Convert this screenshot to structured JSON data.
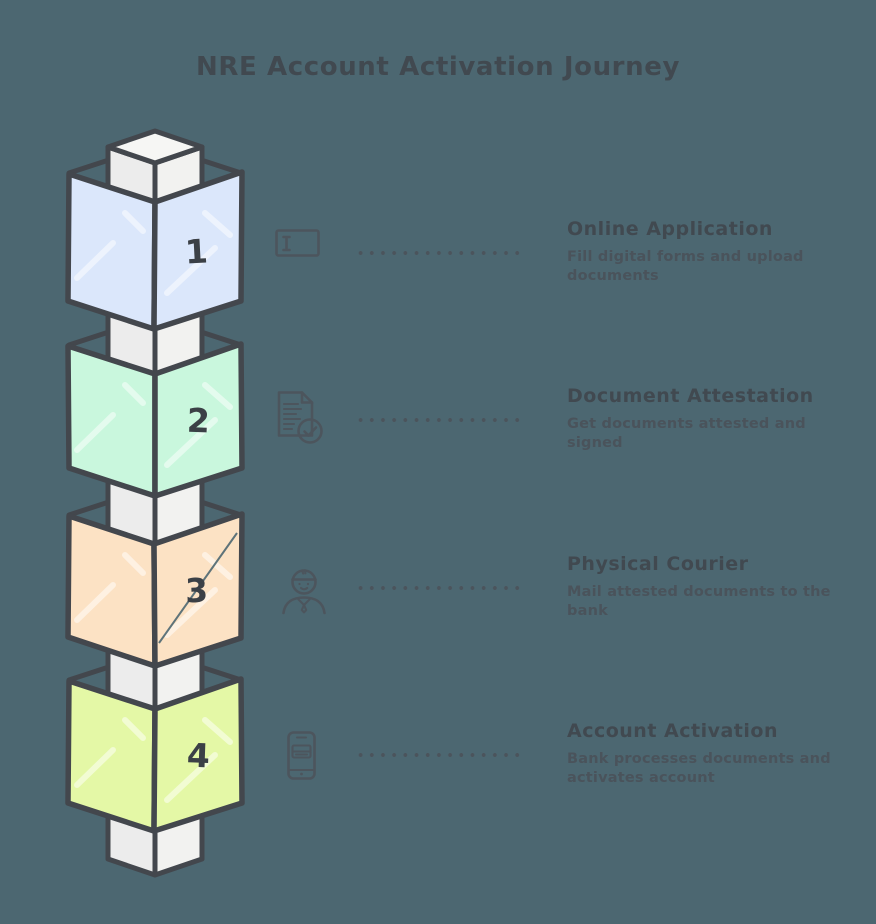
{
  "page": {
    "background": "#4C6771",
    "title": "NRE Account Activation Journey"
  },
  "palette": {
    "outline": "#43474D",
    "column_fill": "#ECECEC",
    "column_right_fill": "#F2F2F0",
    "column_top_fill": "#F6F6F4",
    "heading_text": "#414950",
    "body_text": "#4A535B",
    "dots": "#4B545C",
    "icon_stroke": "#4C555D",
    "number_text": "#3B4046"
  },
  "steps": [
    {
      "number": "1",
      "box_color": "#DBE7FB",
      "icon": "form-input-icon",
      "title": "Online Application",
      "description": "Fill digital forms and upload documents"
    },
    {
      "number": "2",
      "box_color": "#C9F7DD",
      "icon": "document-check-icon",
      "title": "Document Attestation",
      "description": "Get documents attested and signed"
    },
    {
      "number": "3",
      "box_color": "#FCE2C4",
      "icon": "courier-icon",
      "title": "Physical Courier",
      "description": "Mail attested documents to the bank"
    },
    {
      "number": "4",
      "box_color": "#E4F8A6",
      "icon": "smartphone-icon",
      "title": "Account Activation",
      "description": "Bank processes documents and activates account"
    }
  ]
}
